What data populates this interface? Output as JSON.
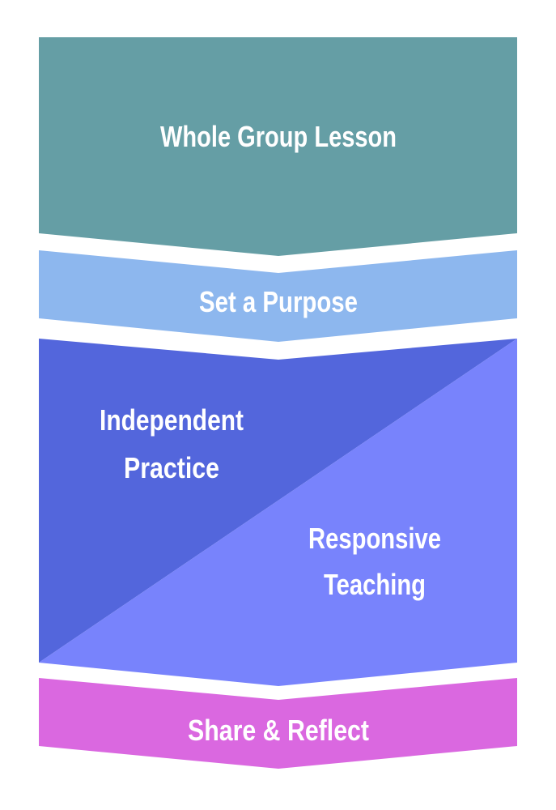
{
  "stages": [
    {
      "label": "Whole Group Lesson",
      "color": "#659EA5"
    },
    {
      "label": "Set a Purpose",
      "color": "#8DB7EE"
    },
    {
      "label_a_line1": "Independent",
      "label_a_line2": "Practice",
      "color_a": "#5366DC",
      "label_b_line1": "Responsive",
      "label_b_line2": "Teaching",
      "color_b": "#7883FC"
    },
    {
      "label": "Share & Reflect",
      "color": "#DA68E0"
    }
  ]
}
